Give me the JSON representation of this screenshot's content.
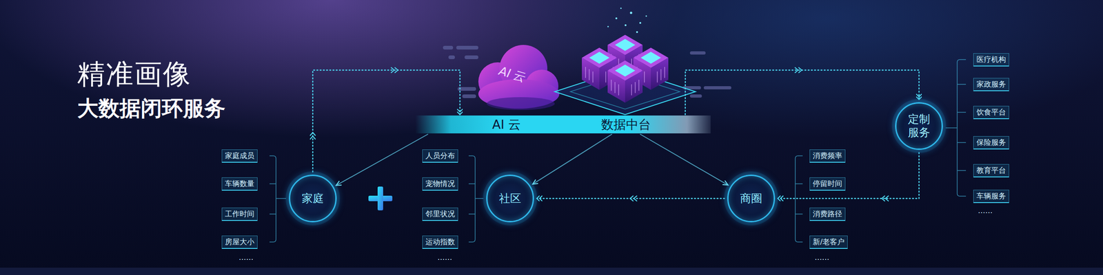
{
  "diagram": {
    "title": "精准画像",
    "nodes": [
      {
        "text": [
          "AI 云",
          "数据中台"
        ]
      },
      {
        "text": [
          "家庭"
        ]
      },
      {
        "text": [
          "社区"
        ]
      },
      {
        "text": [
          "商圈"
        ]
      },
      {
        "text": [
          "定制 服务"
        ]
      },
      {
        "text": [
          "家庭成员"
        ]
      },
      {
        "text": [
          "车辆数量"
        ]
      },
      {
        "text": [
          "工作时间"
        ]
      },
      {
        "text": [
          "房屋大小"
        ]
      },
      {
        "text": [
          "人员分布"
        ]
      },
      {
        "text": [
          "宠物情况"
        ]
      },
      {
        "text": [
          "邻里状况"
        ]
      },
      {
        "text": [
          "运动指数"
        ]
      },
      {
        "text": [
          "消费频率"
        ]
      },
      {
        "text": [
          "停留时间"
        ]
      },
      {
        "text": [
          "消费路径"
        ]
      },
      {
        "text": [
          "新/老客户"
        ]
      },
      {
        "text": [
          "医疗机构"
        ]
      },
      {
        "text": [
          "家政服务"
        ]
      },
      {
        "text": [
          "饮食平台"
        ]
      },
      {
        "text": [
          "保险服务"
        ]
      },
      {
        "text": [
          "教育平台"
        ]
      },
      {
        "text": [
          "车辆服务"
        ]
      }
    ],
    "edges": [
      {
        "from": 1,
        "to": 0,
        "arrow": "to"
      },
      {
        "from": 0,
        "to": 4,
        "arrow": "to"
      },
      {
        "from": 4,
        "to": 3,
        "arrow": "to"
      },
      {
        "from": 3,
        "to": 2,
        "arrow": "to"
      },
      {
        "from": 0,
        "to": 1,
        "arrow": "to"
      },
      {
        "from": 0,
        "to": 2,
        "arrow": "to"
      },
      {
        "from": 0,
        "to": 3,
        "arrow": "to"
      }
    ],
    "labels": [
      "大数据闭环服务",
      "AI 云",
      "……",
      "……",
      "……",
      "……"
    ]
  }
}
